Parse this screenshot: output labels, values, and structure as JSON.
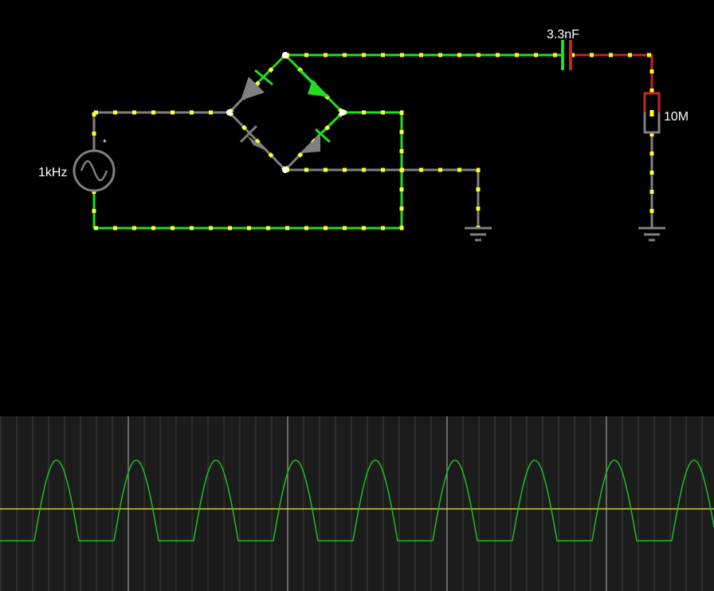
{
  "circuit": {
    "source_label": "1kHz",
    "source_marker": "*",
    "capacitor_label": "3.3nF",
    "resistor_label": "10M"
  },
  "colors": {
    "background": "#000000",
    "wire_idle": "#808080",
    "wire_active": "#22dd22",
    "wire_hot": "#cc2222",
    "current_dots": "#ffff33",
    "node": "#ffffff",
    "scope_background": "#1c1c1c",
    "scope_grid": "#4a4a4a",
    "scope_grid_major": "#9a9a9a",
    "trace_voltage": "#22bb22",
    "trace_reference": "#cccc44"
  },
  "icons": {
    "source": "ac-sine-source-icon",
    "diodes": "diode-icon",
    "capacitor": "capacitor-icon",
    "resistor": "resistor-icon",
    "grounds": "ground-icon"
  }
}
